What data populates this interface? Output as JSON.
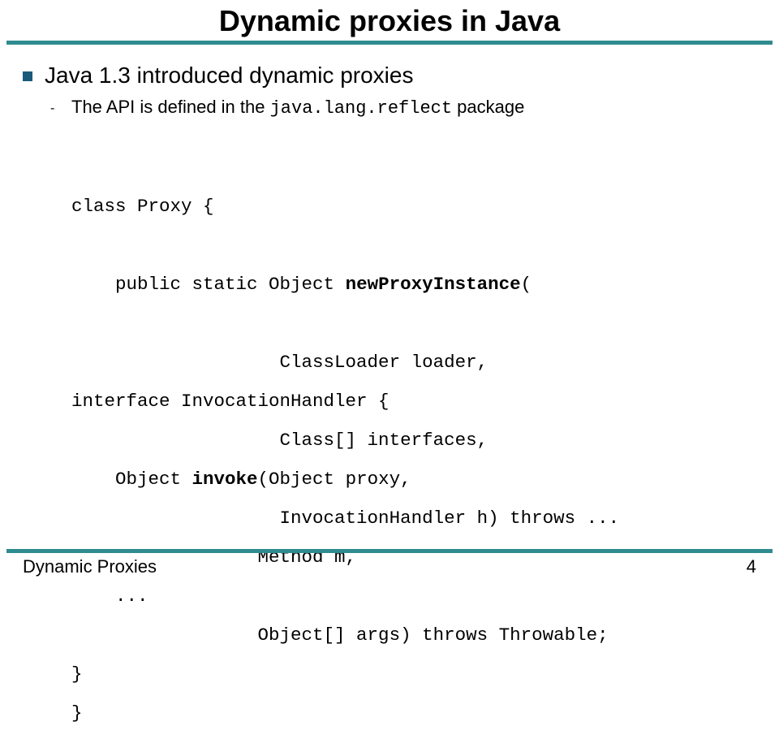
{
  "slide": {
    "title": "Dynamic proxies in Java",
    "bullet": "Java 1.3 introduced dynamic proxies",
    "sub_bullet": {
      "marker": "-",
      "before": "The API is defined in the ",
      "code": "java.lang.reflect",
      "after": " package"
    },
    "code_block_1": {
      "line1": "class Proxy {",
      "line2_pre": "    public static Object ",
      "line2_bold": "newProxyInstance",
      "line2_post": "(",
      "line3": "                   ClassLoader loader,",
      "line4": "                   Class[] interfaces,",
      "line5": "                   InvocationHandler h) throws ...",
      "line6": "    ...",
      "line7": "}"
    },
    "code_block_2": {
      "line1": "interface InvocationHandler {",
      "line2_pre": "    Object ",
      "line2_bold": "invoke",
      "line2_post": "(Object proxy,",
      "line3": "                 Method m,",
      "line4": "                 Object[] args) throws Throwable;",
      "line5": "}"
    }
  },
  "footer": {
    "label": "Dynamic Proxies",
    "page_number": "4"
  },
  "colors": {
    "rule": "#2e8b8f",
    "bullet": "#1a5a7a",
    "text": "#000000"
  }
}
